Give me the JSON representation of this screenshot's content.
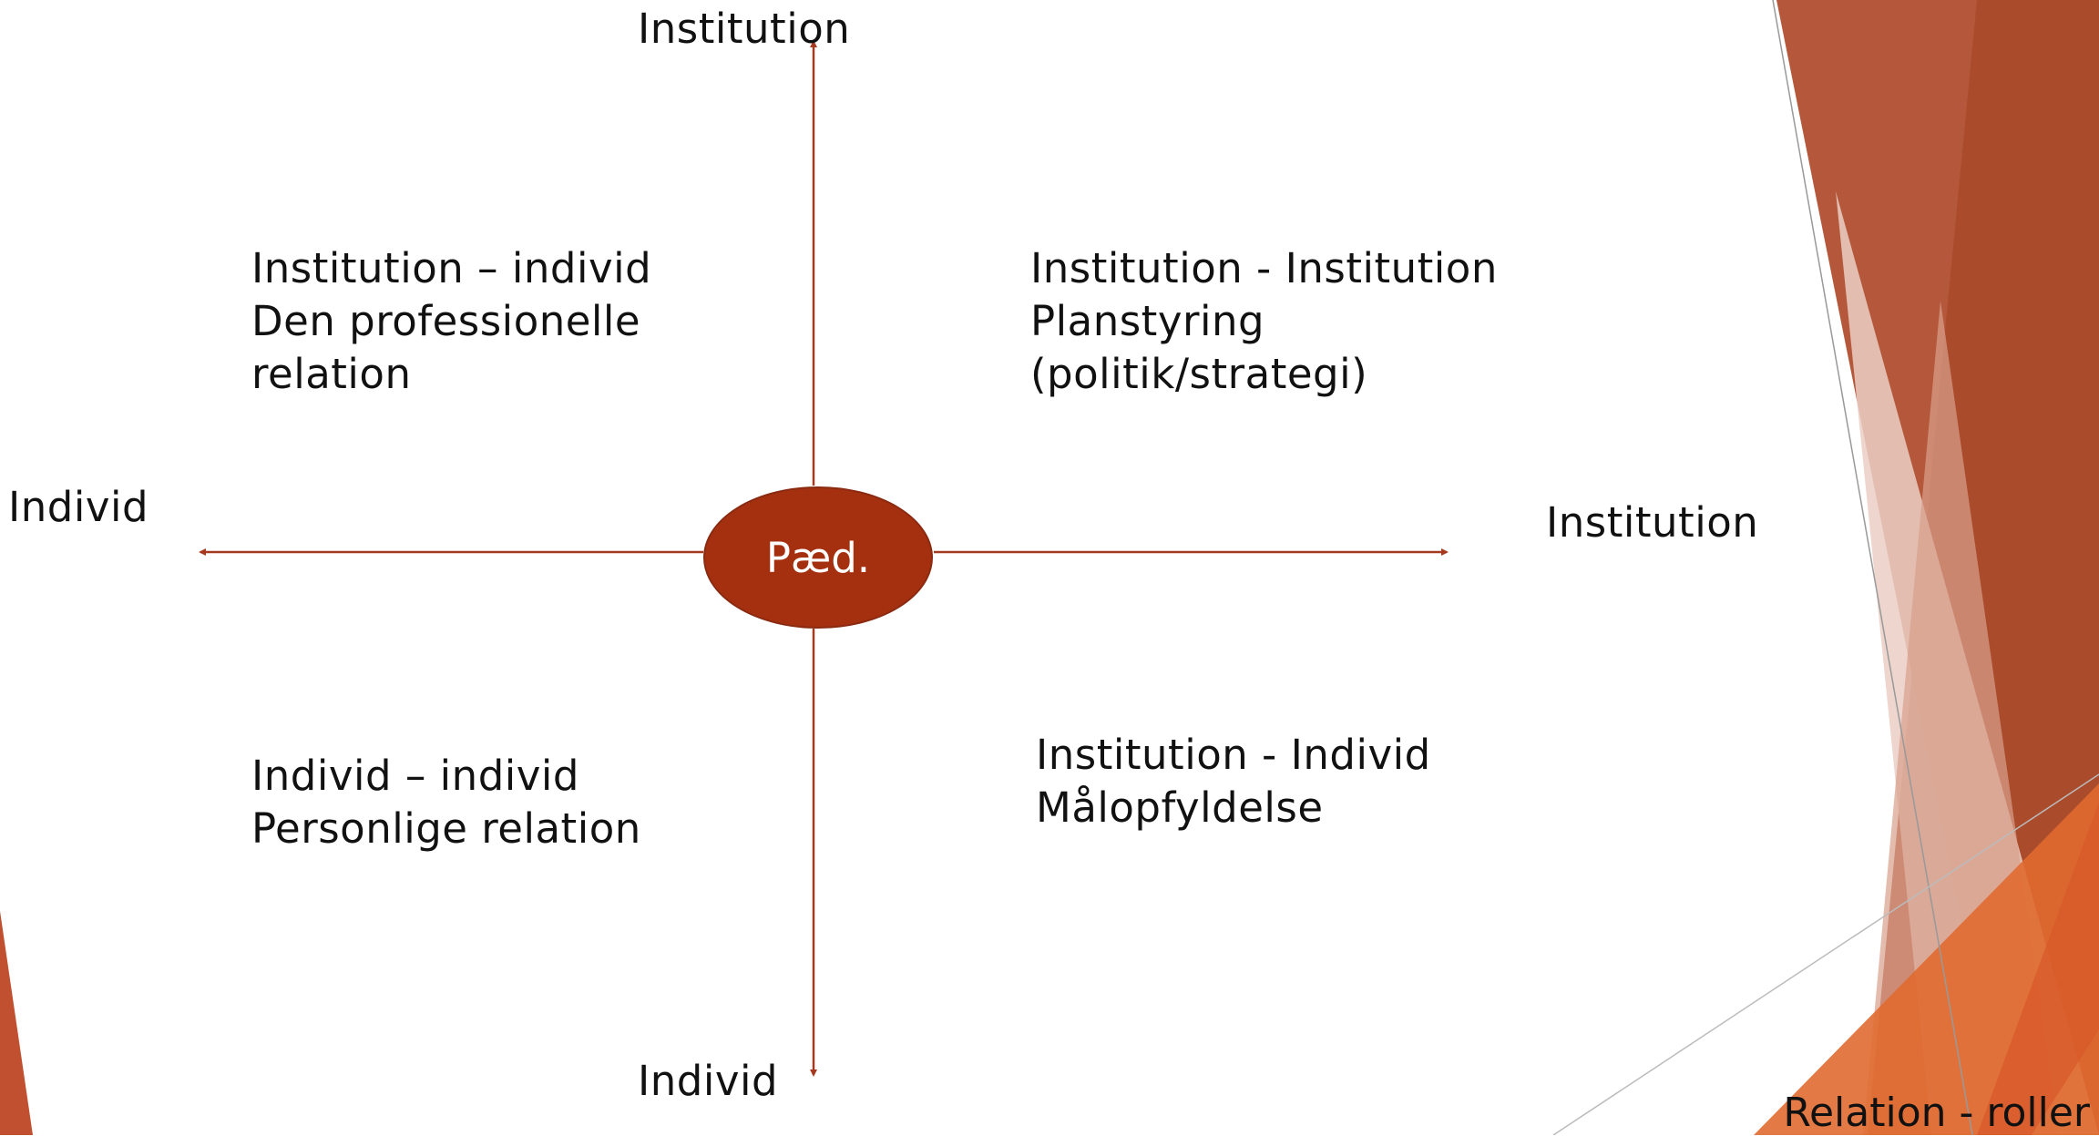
{
  "diagram": {
    "center": "Pæd.",
    "axes": {
      "top": "Institution",
      "bottom": "Individ",
      "left": "Individ",
      "right": "Institution"
    },
    "quadrants": {
      "top_left": [
        "Institution – individ",
        "Den professionelle",
        "relation"
      ],
      "top_right": [
        "Institution - Institution",
        "Planstyring",
        "(politik/strategi)"
      ],
      "bottom_left": [
        "Individ – individ",
        "Personlige relation"
      ],
      "bottom_right": [
        "Institution - Individ",
        "Målopfyldelse"
      ]
    }
  },
  "footer": {
    "text": "Relation - roller"
  },
  "colors": {
    "accent": "#A53010",
    "axis": "#A53A20",
    "deco_dark": "#B05030",
    "deco_light": "#D38565",
    "deco_pale": "#EBCFC6",
    "deco_orange": "#E06A30"
  }
}
